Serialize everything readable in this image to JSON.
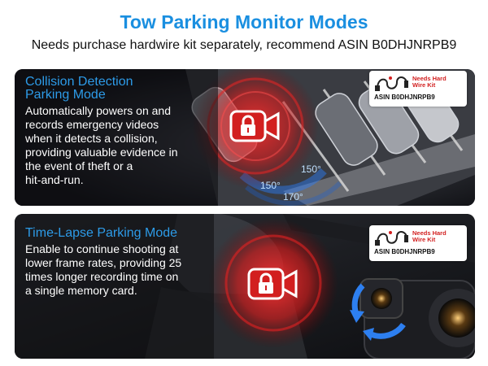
{
  "header": {
    "title": "Tow Parking Monitor Modes",
    "subtitle": "Needs purchase hardwire kit separately, recommend ASIN B0DHJNRPB9"
  },
  "panels": [
    {
      "title_line1": "Collision Detection",
      "title_line2": "Parking Mode",
      "description": [
        "Automatically powers on and",
        "records emergency videos",
        "when it detects a collision,",
        "providing valuable evidence in",
        "the event of theft or a",
        "hit-and-run."
      ],
      "badge": {
        "line1": "Needs Hard",
        "line2": "Wire Kit",
        "asin": "ASIN B0DHJNRPB9"
      },
      "angles": [
        "150°",
        "170°",
        "150°"
      ]
    },
    {
      "title": "Time-Lapse Parking Mode",
      "description": [
        "Enable to continue shooting at",
        "lower frame rates, providing 25",
        "times longer recording time on",
        "a single memory card."
      ],
      "badge": {
        "line1": "Needs Hard",
        "line2": "Wire Kit",
        "asin": "ASIN B0DHJNRPB9"
      }
    }
  ],
  "colors": {
    "accent_blue": "#1a8fe0",
    "alert_red": "#d21f1f"
  },
  "icons": [
    "camera-lock-icon",
    "hardwire-kit-icon",
    "rotate-arrows-icon"
  ]
}
